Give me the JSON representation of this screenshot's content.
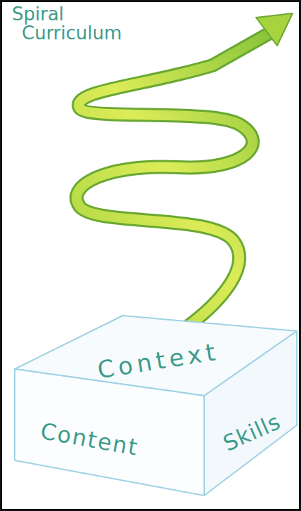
{
  "diagram": {
    "title": "Spiral Curriculum",
    "nodes": [
      {
        "text": [
          "Context"
        ]
      },
      {
        "text": [
          "Content"
        ]
      },
      {
        "text": [
          "Skills"
        ]
      }
    ]
  }
}
